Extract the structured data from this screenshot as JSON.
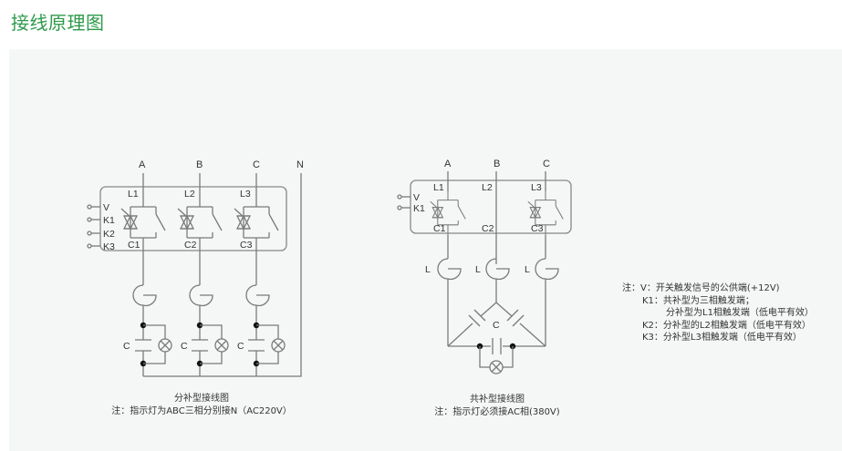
{
  "page": {
    "title": "接线原理图"
  },
  "diagrams": {
    "split": {
      "phases": [
        "A",
        "B",
        "C",
        "N"
      ],
      "terminals_top": [
        "L1",
        "L2",
        "L3"
      ],
      "terminals_bottom": [
        "C1",
        "C2",
        "C3"
      ],
      "control": [
        "V",
        "K1",
        "K2",
        "K3"
      ],
      "capacitor_label": "C",
      "caption_title": "分补型接线图",
      "caption_note": "注：指示灯为ABC三相分别接N（AC220V）"
    },
    "common": {
      "phases": [
        "A",
        "B",
        "C"
      ],
      "terminals_top": [
        "L1",
        "L2",
        "L3"
      ],
      "terminals_bottom": [
        "C1",
        "C2",
        "C3"
      ],
      "control": [
        "V",
        "K1"
      ],
      "inductor_label": "L",
      "capacitor_label": "C",
      "caption_title": "共补型接线图",
      "caption_note": "注：指示灯必须接AC相(380V)"
    }
  },
  "notes": {
    "lines": [
      "注：V：开关触发信号的公供端(+12V)",
      "K1：共补型为三相触发端；",
      "分补型为L1相触发端（低电平有效）",
      "K2：分补型的L2相触发端（低电平有效）",
      "K3：分补型L3相触发端（低电平有效）"
    ]
  }
}
